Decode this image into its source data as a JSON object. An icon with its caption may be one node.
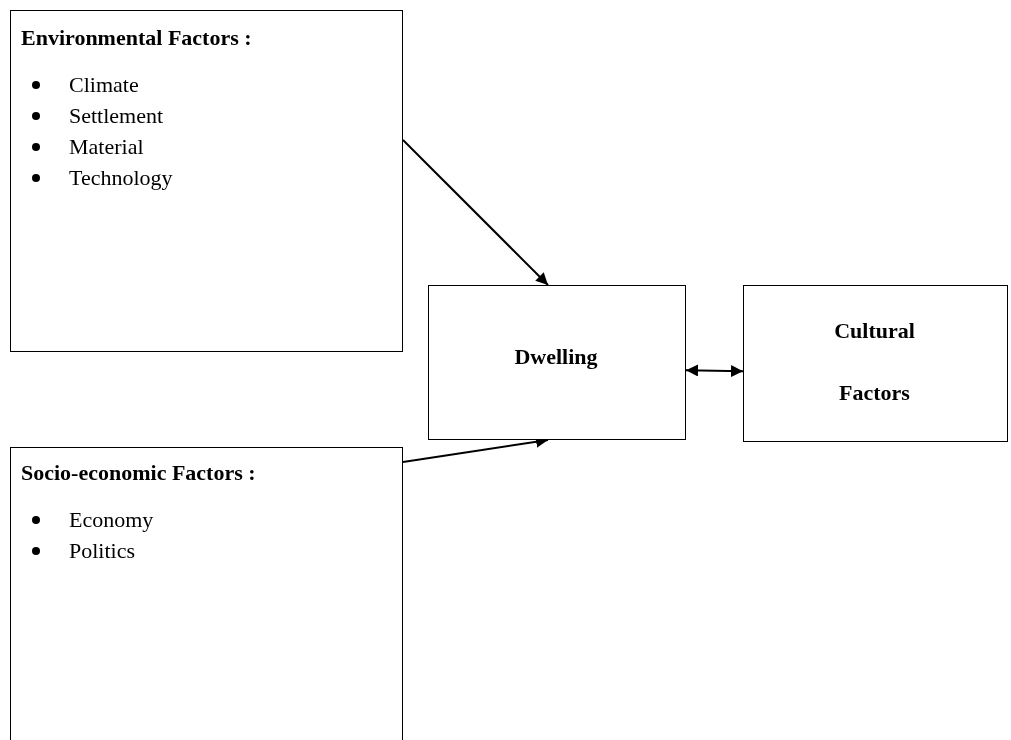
{
  "diagram": {
    "nodes": [
      {
        "text": [
          "Environmental Factors :",
          "Climate",
          "Settlement",
          "Material",
          "Technology"
        ]
      },
      {
        "text": [
          "Dwelling"
        ]
      },
      {
        "text": [
          "Cultural Factors"
        ]
      },
      {
        "text": [
          "Socio-economic Factors :",
          "Economy",
          "Politics"
        ]
      }
    ],
    "edges": [
      {
        "from": 0,
        "to": 1,
        "arrow": "to"
      },
      {
        "from": 3,
        "to": 1,
        "arrow": "to"
      },
      {
        "from": 1,
        "to": 2,
        "arrow": "both"
      }
    ]
  }
}
